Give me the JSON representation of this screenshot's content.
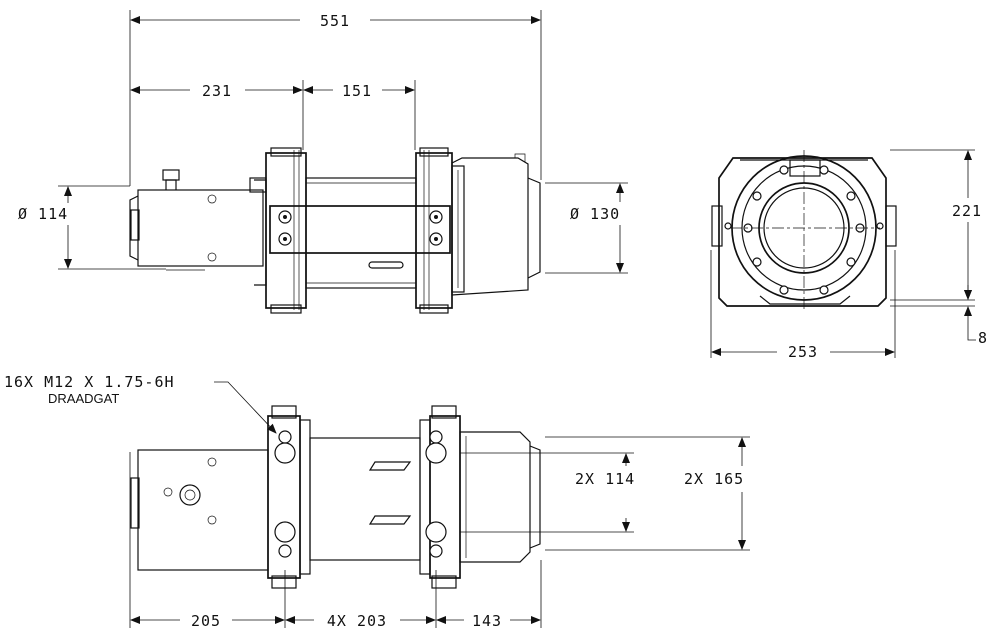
{
  "dimensions": {
    "overall_length": "551",
    "motor_to_drum": "231",
    "drum_width": "151",
    "motor_diameter": "Ø 114",
    "gearbox_diameter": "Ø 130",
    "end_height": "221",
    "foot_thickness": "8",
    "end_width": "253",
    "bolt_spacing_inner": "2X 114",
    "bolt_spacing_outer": "2X 165",
    "motor_offset": "205",
    "bolt_pitch": "4X 203",
    "gear_offset": "143"
  },
  "notes": {
    "thread_spec": "16X M12 X 1.75-6H",
    "thread_label": "DRAADGAT"
  }
}
